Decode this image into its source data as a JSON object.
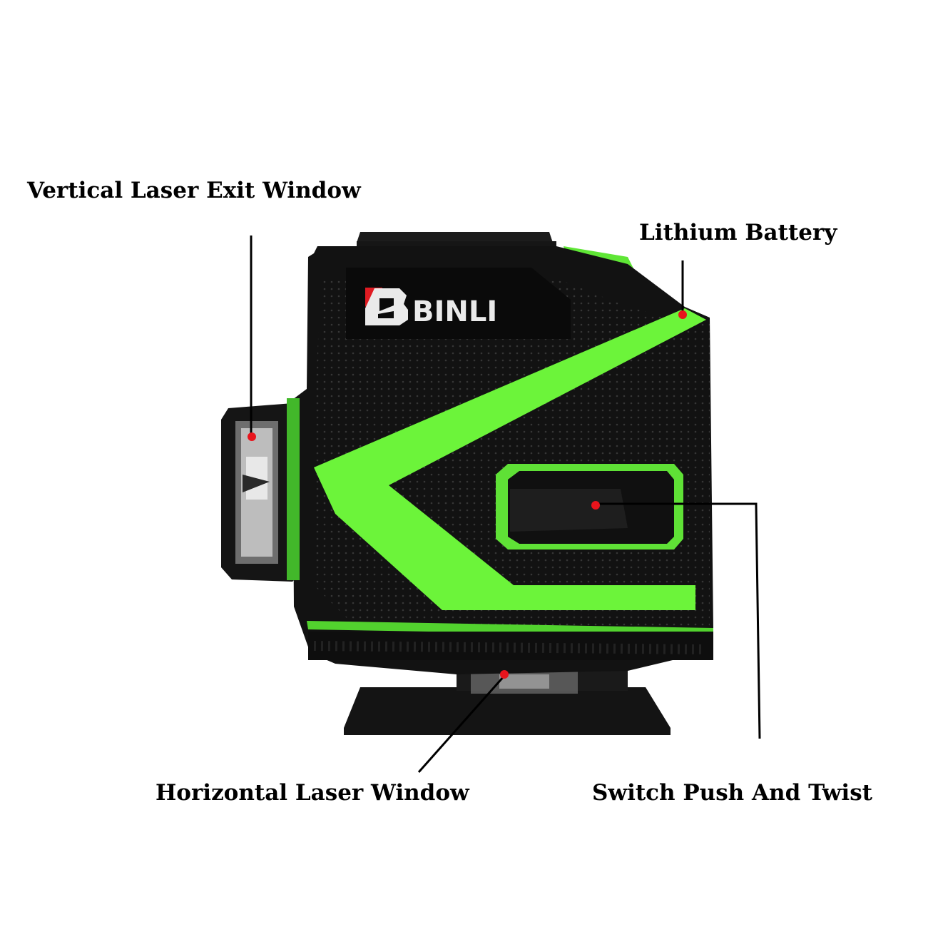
{
  "callouts": {
    "vertical_window": "Vertical Laser Exit Window",
    "battery": "Lithium Battery",
    "horizontal_window": "Horizontal Laser Window",
    "switch": "Switch Push And Twist"
  },
  "device": {
    "brand": "BINLI",
    "icons": [
      "binli-logo-icon"
    ]
  },
  "colors": {
    "body": "#121212",
    "accent_green": "#6cf43a",
    "marker": "#e8141c",
    "leader_line": "#000000"
  }
}
